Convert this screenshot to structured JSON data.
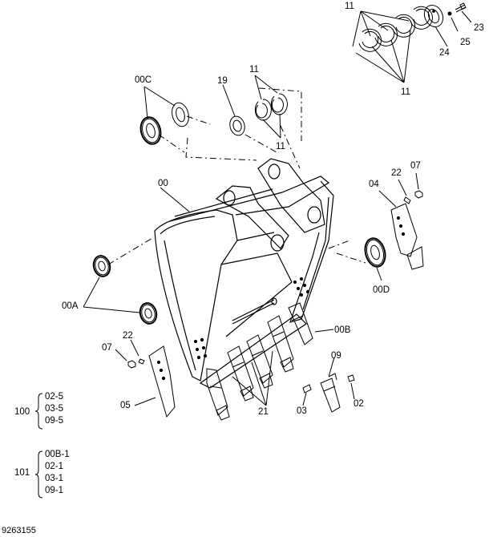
{
  "drawing_number": "9263155",
  "callouts": {
    "c11a": "11",
    "c23": "23",
    "c24": "24",
    "c25": "25",
    "c11b": "11",
    "c00C": "00C",
    "c19": "19",
    "c11c": "11",
    "c11d": "11",
    "c22a": "22",
    "c07a": "07",
    "c00": "00",
    "c04": "04",
    "c00D": "00D",
    "c00A": "00A",
    "c00B": "00B",
    "c22b": "22",
    "c07b": "07",
    "c09": "09",
    "c05": "05",
    "c21": "21",
    "c03": "03",
    "c02": "02"
  },
  "kits": [
    {
      "key": "100",
      "items": [
        "02-5",
        "03-5",
        "09-5"
      ]
    },
    {
      "key": "101",
      "items": [
        "00B-1",
        "02-1",
        "03-1",
        "09-1"
      ]
    }
  ]
}
